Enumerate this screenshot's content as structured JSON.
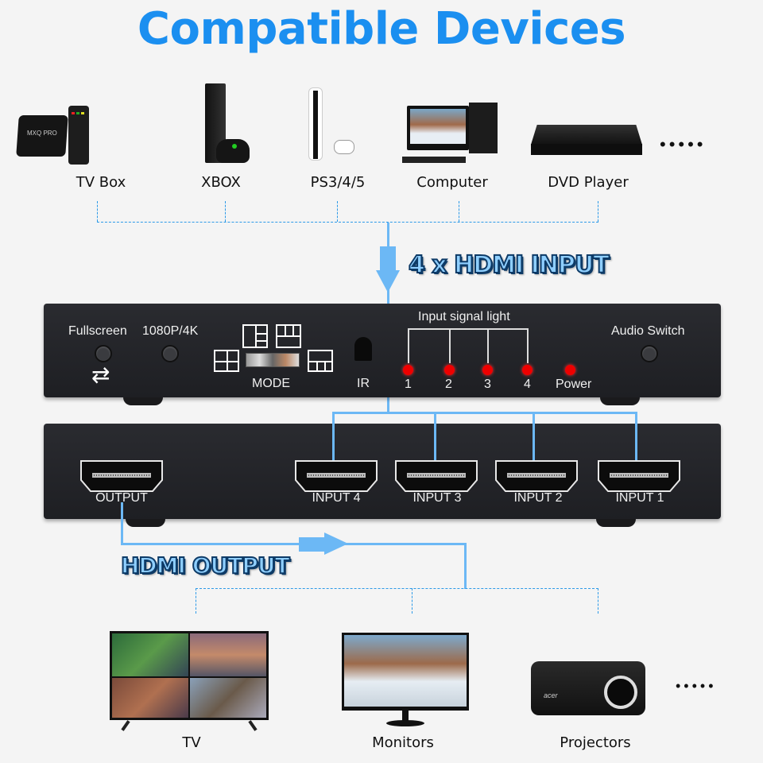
{
  "title": "Compatible Devices",
  "input_devices": [
    {
      "label": "TV Box",
      "icon": "tv-box-icon"
    },
    {
      "label": "XBOX",
      "icon": "xbox-icon"
    },
    {
      "label": "PS3/4/5",
      "icon": "playstation-icon"
    },
    {
      "label": "Computer",
      "icon": "computer-icon"
    },
    {
      "label": "DVD Player",
      "icon": "dvd-player-icon"
    }
  ],
  "more_indicator": "•••••",
  "input_callout": "4 x HDMI INPUT",
  "output_callout": "HDMI OUTPUT",
  "front_panel": {
    "fullscreen_label": "Fullscreen",
    "resolution_label": "1080P/4K",
    "mode_label": "MODE",
    "ir_label": "IR",
    "signal_light_label": "Input signal light",
    "leds": [
      "1",
      "2",
      "3",
      "4"
    ],
    "power_label": "Power",
    "audio_switch_label": "Audio Switch"
  },
  "rear_panel": {
    "ports": [
      "OUTPUT",
      "INPUT 4",
      "INPUT 3",
      "INPUT 2",
      "INPUT 1"
    ]
  },
  "output_devices": [
    {
      "label": "TV",
      "icon": "tv-icon"
    },
    {
      "label": "Monitors",
      "icon": "monitor-icon"
    },
    {
      "label": "Projectors",
      "icon": "projector-icon"
    }
  ],
  "colors": {
    "accent": "#1b8ff0",
    "line": "#6cb8f5",
    "led": "#e00000",
    "panel": "#222327"
  }
}
